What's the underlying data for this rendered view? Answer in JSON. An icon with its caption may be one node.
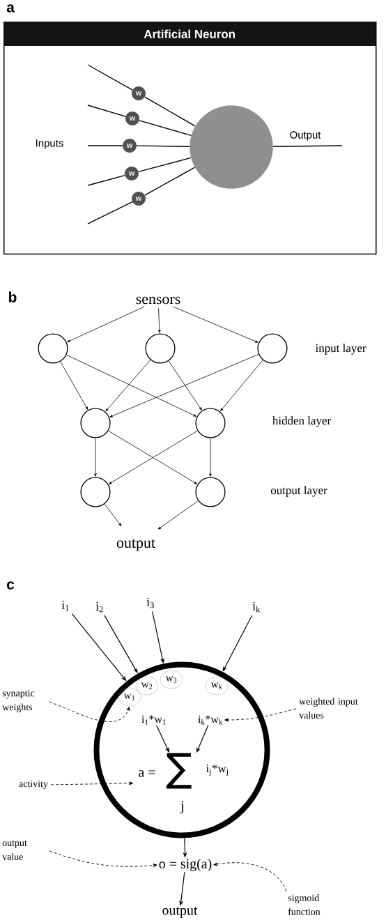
{
  "diagram": {
    "nodes": [
      {
        "text": [
          "Artificial Neuron"
        ]
      },
      {
        "text": [
          "w"
        ],
        "in": 0
      },
      {
        "text": [
          "w"
        ],
        "in": 0
      },
      {
        "text": [
          "w"
        ],
        "in": 0
      },
      {
        "text": [
          "w"
        ],
        "in": 0
      },
      {
        "text": [
          "w"
        ],
        "in": 0
      },
      {
        "text": [],
        "shape": "circle",
        "in": 0
      },
      {
        "text": [
          "sensors"
        ]
      },
      {
        "text": [],
        "shape": "circle"
      },
      {
        "text": [],
        "shape": "circle"
      },
      {
        "text": [],
        "shape": "circle"
      },
      {
        "text": [],
        "shape": "circle"
      },
      {
        "text": [],
        "shape": "circle"
      },
      {
        "text": [],
        "shape": "circle"
      },
      {
        "text": [],
        "shape": "circle"
      },
      {
        "text": [
          "output"
        ]
      },
      {
        "text": [
          "i$_{1}$"
        ]
      },
      {
        "text": [
          "i$_{2}$"
        ]
      },
      {
        "text": [
          "i$_{3}$"
        ]
      },
      {
        "text": [
          "i$_{k}$"
        ]
      },
      {
        "text": [],
        "shape": "circle"
      },
      {
        "text": [
          "w$_{1}$"
        ],
        "in": 20
      },
      {
        "text": [
          "w$_{2}$"
        ],
        "in": 20
      },
      {
        "text": [
          "w$_{3}$"
        ],
        "in": 20
      },
      {
        "text": [
          "w$_{k}$"
        ],
        "in": 20
      },
      {
        "text": [
          "i$_{1}$*w$_{1}$"
        ],
        "in": 20
      },
      {
        "text": [
          "i$_{k}$*w$_{k}$"
        ],
        "in": 20
      },
      {
        "text": [
          "a =",
          "∑",
          "i$_{j}$*w$_{j}$",
          "j"
        ],
        "in": 20
      },
      {
        "text": [
          "synaptic weights"
        ]
      },
      {
        "text": [
          "weighted input values"
        ]
      },
      {
        "text": [
          "activity"
        ]
      },
      {
        "text": [
          "o = sig(a)"
        ]
      },
      {
        "text": [
          "output value"
        ]
      },
      {
        "text": [
          "sigmoid function"
        ]
      },
      {
        "text": [
          "output"
        ]
      }
    ],
    "edges": [
      {
        "from": null,
        "to": 1,
        "arrow": "none"
      },
      {
        "from": null,
        "to": 2,
        "arrow": "none"
      },
      {
        "from": null,
        "to": 3,
        "arrow": "none"
      },
      {
        "from": null,
        "to": 4,
        "arrow": "none"
      },
      {
        "from": null,
        "to": 5,
        "arrow": "none"
      },
      {
        "from": 1,
        "to": 6,
        "arrow": "none"
      },
      {
        "from": 2,
        "to": 6,
        "arrow": "none"
      },
      {
        "from": 3,
        "to": 6,
        "arrow": "none"
      },
      {
        "from": 4,
        "to": 6,
        "arrow": "none"
      },
      {
        "from": 5,
        "to": 6,
        "arrow": "none"
      },
      {
        "from": 6,
        "to": null,
        "arrow": "none"
      },
      {
        "from": 7,
        "to": 8,
        "arrow": "to"
      },
      {
        "from": 7,
        "to": 9,
        "arrow": "to"
      },
      {
        "from": 7,
        "to": 10,
        "arrow": "to"
      },
      {
        "from": 8,
        "to": 11,
        "arrow": "to"
      },
      {
        "from": 8,
        "to": 12,
        "arrow": "to"
      },
      {
        "from": 9,
        "to": 11,
        "arrow": "to"
      },
      {
        "from": 9,
        "to": 12,
        "arrow": "to"
      },
      {
        "from": 10,
        "to": 11,
        "arrow": "to"
      },
      {
        "from": 10,
        "to": 12,
        "arrow": "to"
      },
      {
        "from": 11,
        "to": 13,
        "arrow": "to"
      },
      {
        "from": 11,
        "to": 14,
        "arrow": "to"
      },
      {
        "from": 12,
        "to": 13,
        "arrow": "to"
      },
      {
        "from": 12,
        "to": 14,
        "arrow": "to"
      },
      {
        "from": 13,
        "to": 15,
        "arrow": "to"
      },
      {
        "from": 14,
        "to": 15,
        "arrow": "to"
      },
      {
        "from": 16,
        "to": 20,
        "arrow": "to"
      },
      {
        "from": 17,
        "to": 20,
        "arrow": "to"
      },
      {
        "from": 18,
        "to": 20,
        "arrow": "to"
      },
      {
        "from": 19,
        "to": 20,
        "arrow": "to"
      },
      {
        "from": 25,
        "to": 27,
        "arrow": "to"
      },
      {
        "from": 26,
        "to": 27,
        "arrow": "to"
      },
      {
        "from": 28,
        "to": 21,
        "arrow": "to",
        "style": "dashed"
      },
      {
        "from": 29,
        "to": 26,
        "arrow": "to",
        "style": "dashed"
      },
      {
        "from": 30,
        "to": 27,
        "arrow": "to",
        "style": "dashed"
      },
      {
        "from": 20,
        "to": 31,
        "arrow": "to"
      },
      {
        "from": 31,
        "to": 34,
        "arrow": "to"
      },
      {
        "from": 32,
        "to": 31,
        "arrow": "to",
        "style": "dashed"
      },
      {
        "from": 33,
        "to": 31,
        "arrow": "to",
        "style": "dashed"
      }
    ],
    "labels": [
      "a",
      "Inputs",
      "Output",
      "b",
      "input layer",
      "hidden layer",
      "output layer",
      "c"
    ]
  }
}
